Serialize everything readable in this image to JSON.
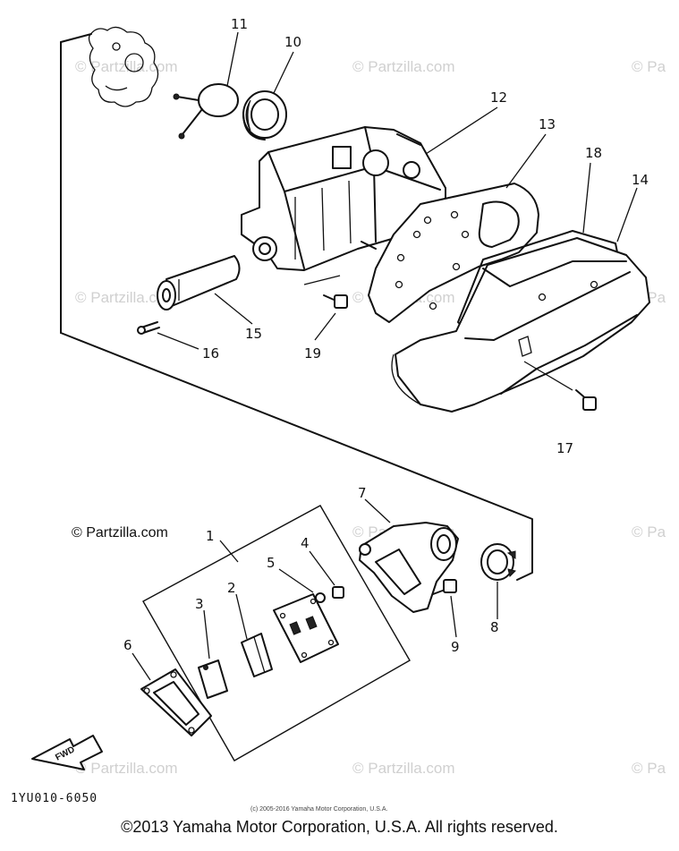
{
  "watermarks": [
    "© Partzilla.com",
    "© Partzilla.com",
    "© Pa",
    "© Partzilla.com",
    "© Partzilla.com",
    "© Pa",
    "© Partzilla.com",
    "© Pa",
    "© Partzilla.com",
    "© Partzilla.com",
    "© Pa"
  ],
  "parts": {
    "p1": "1",
    "p2": "2",
    "p3": "3",
    "p4": "4",
    "p5": "5",
    "p6": "6",
    "p7": "7",
    "p8": "8",
    "p9": "9",
    "p10": "10",
    "p11": "11",
    "p12": "12",
    "p13": "13",
    "p14": "14",
    "p15": "15",
    "p16": "16",
    "p17": "17",
    "p18": "18",
    "p19": "19"
  },
  "fwd_label": "FWD",
  "diagram_code": "1YU010-6050",
  "small_copyright": "(c) 2005-2016 Yamaha Motor Corporation, U.S.A.",
  "copyright": "©2013 Yamaha Motor Corporation, U.S.A. All rights reserved."
}
